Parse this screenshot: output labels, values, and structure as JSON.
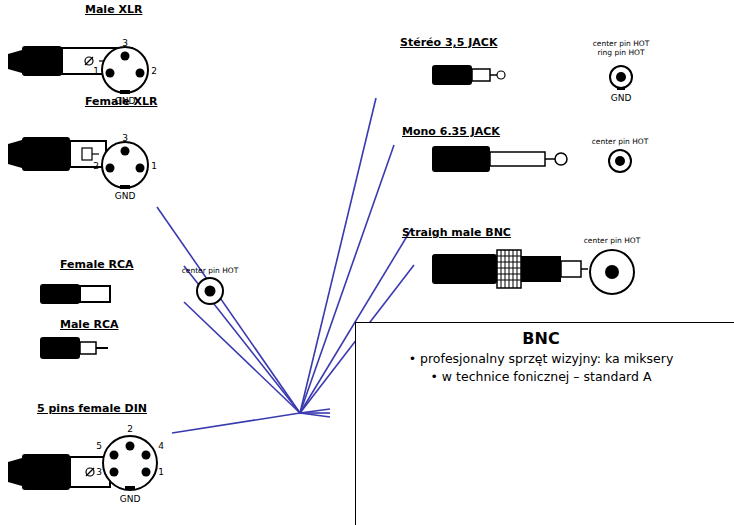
{
  "diagram": {
    "nodes": [
      {
        "text": [
          "BNC",
          "• profesjonalny sprzęt wizyjny: ka miksery",
          "• w technice fonicznej – standard A"
        ]
      }
    ],
    "labels": [
      "Male XLR",
      "3",
      "1",
      "2",
      "GND",
      "Female XLR",
      "3",
      "2",
      "1",
      "GND",
      "Female RCA",
      "center pin HOT",
      "Male RCA",
      "5 pins female DIN",
      "2",
      "5",
      "4",
      "3",
      "1",
      "GND",
      "Stéréo 3,5 JACK",
      "center pin HOT",
      "ring pin HOT",
      "GND",
      "Mono 6.35 JACK",
      "center pin HOT",
      "Straigh male BNC",
      "center pin HOT"
    ]
  }
}
